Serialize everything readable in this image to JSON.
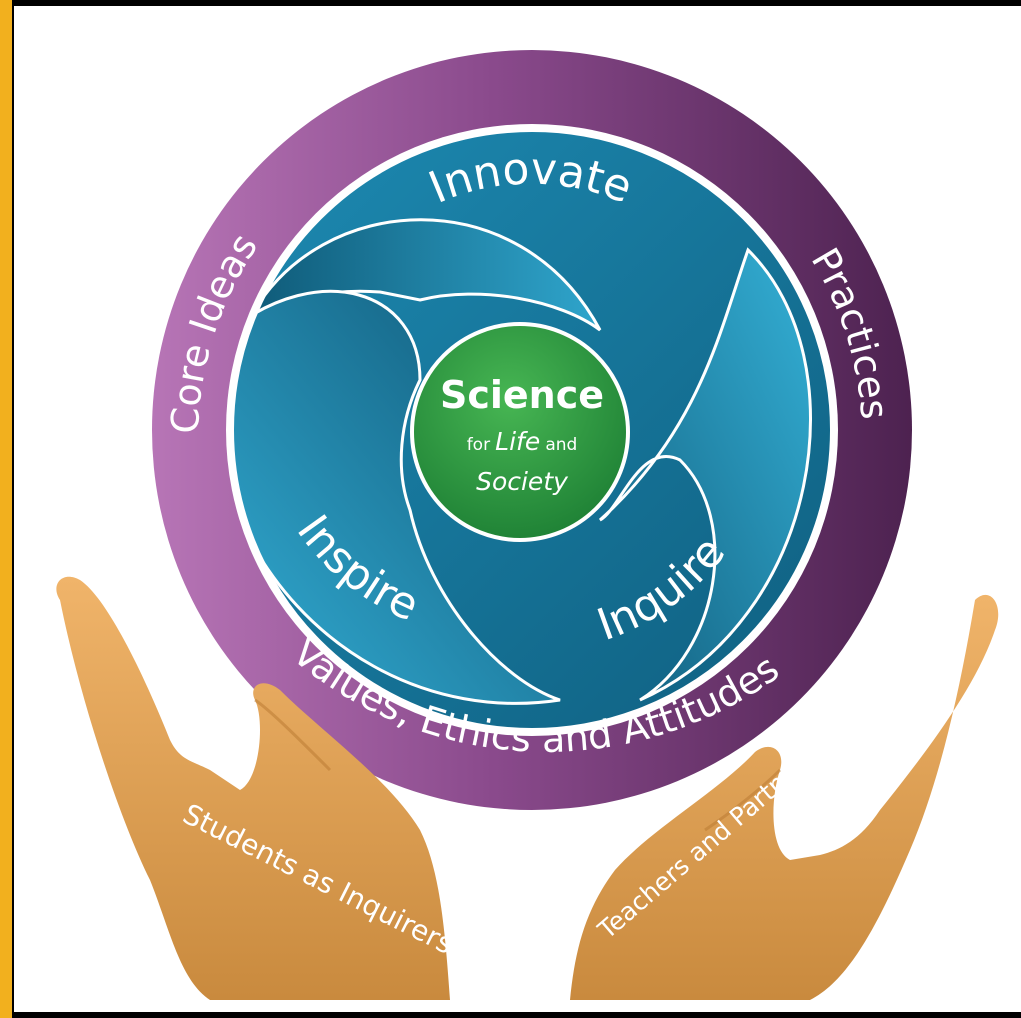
{
  "center": {
    "title": "Science",
    "line2_for": "for",
    "line2_life": "Life",
    "line2_and": "and",
    "line3": "Society"
  },
  "inner_ring": {
    "innovate": "Innovate",
    "inspire": "Inspire",
    "inquire": "Inquire"
  },
  "outer_ring": {
    "core_ideas": "Core Ideas",
    "practices": "Practices",
    "values": "Values, Ethics and Attitudes"
  },
  "hands": {
    "left": "Students as Inquirers",
    "right": "Teachers and Partners as Facilitators"
  },
  "colors": {
    "frame_gold": "#f2b01e",
    "ring_purple_light": "#b573b4",
    "ring_purple_dark": "#4f2351",
    "teal_light": "#31a8cf",
    "teal_dark": "#0e5674",
    "center_green": "#2fa044",
    "hand_tan": "#e0a35c"
  }
}
